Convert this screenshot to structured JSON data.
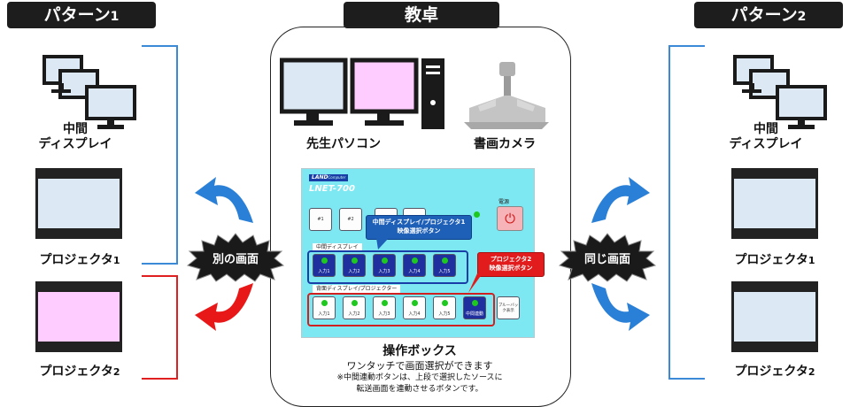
{
  "pattern1": {
    "title_main": "パターン",
    "title_num": "1"
  },
  "pattern2": {
    "title_main": "パターン",
    "title_num": "2"
  },
  "desk": {
    "title": "教卓"
  },
  "left": {
    "intermediate_label_l1": "中間",
    "intermediate_label_l2": "ディスプレイ",
    "proj1_main": "プロジェクタ",
    "proj1_num": "1",
    "proj2_main": "プロジェクタ",
    "proj2_num": "2",
    "burst": "別の画面"
  },
  "right": {
    "intermediate_label_l1": "中間",
    "intermediate_label_l2": "ディスプレイ",
    "proj1_main": "プロジェクタ",
    "proj1_num": "1",
    "proj2_main": "プロジェクタ",
    "proj2_num": "2",
    "burst": "同じ画面"
  },
  "center": {
    "pc_label": "先生パソコン",
    "camera_label": "書画カメラ",
    "box_title": "操作ボックス",
    "box_desc": "ワンタッチで画面選択ができます",
    "note_line1": "※中間連動ボタンは、上段で選択したソースに",
    "note_line2": "転送画面を連動させるボタンです。"
  },
  "device": {
    "brand": "LAND",
    "brand_sub": "Computer",
    "model": "LNET-700",
    "power_label": "電源",
    "top_keys": [
      "#1",
      "#2"
    ],
    "section1": "中間ディスプレイ",
    "section2": "背面ディスプレイ/プロジェクター",
    "row1_keys": [
      "入力1",
      "入力2",
      "入力3",
      "入力4",
      "入力5"
    ],
    "row2_keys": [
      "入力1",
      "入力2",
      "入力3",
      "入力4",
      "入力5"
    ],
    "link_key": "中間連動",
    "blank_key": "ブルーバック表示",
    "callout_blue_l1": "中間ディスプレイ/プロジェクタ1",
    "callout_blue_l2": "映像選択ボタン",
    "callout_red_l1": "プロジェクタ2",
    "callout_red_l2": "映像選択ボタン"
  },
  "colors": {
    "pink_screen": "#ffccff",
    "blue_screen": "#dce9f5",
    "panel": "#7ee8f2",
    "arrow_blue": "#2a7fd6",
    "arrow_red": "#e81818",
    "bracket_blue": "#3a8ad8",
    "bracket_red": "#e02020"
  }
}
